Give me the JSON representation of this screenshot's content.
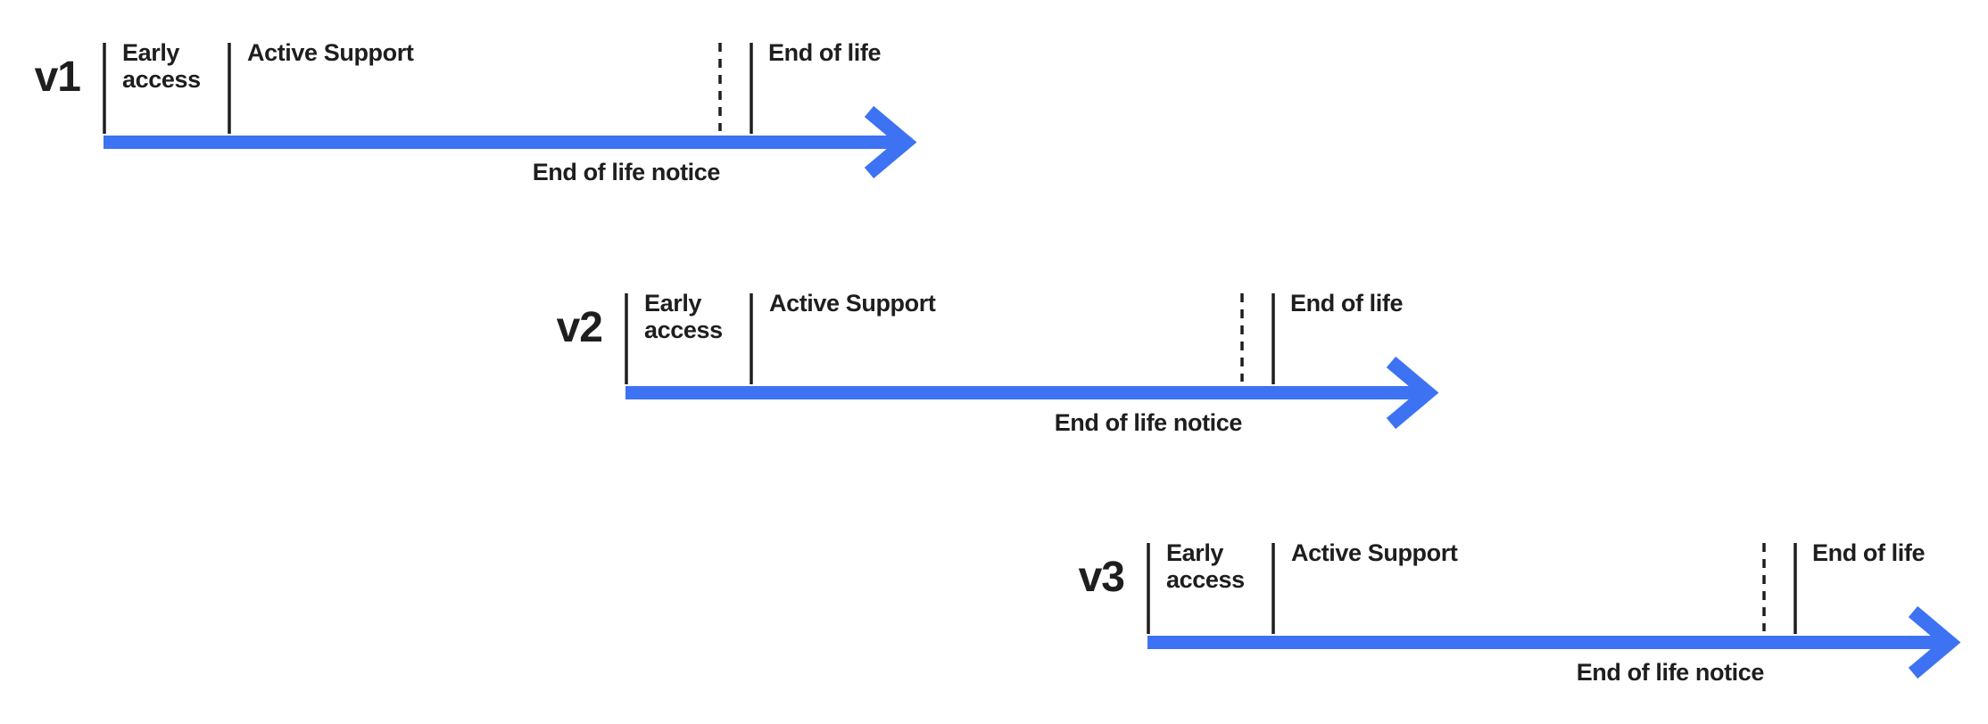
{
  "diagram": {
    "background": "#FFFFFF",
    "accent_blue": "#3D72F2",
    "ink": "#1E1E1E",
    "rows": [
      {
        "version": "v1",
        "early_access": "Early access",
        "active_support": "Active Support",
        "end_of_life": "End of life",
        "end_of_life_notice": "End of life notice"
      },
      {
        "version": "v2",
        "early_access": "Early access",
        "active_support": "Active Support",
        "end_of_life": "End of life",
        "end_of_life_notice": "End of life notice"
      },
      {
        "version": "v3",
        "early_access": "Early access",
        "active_support": "Active Support",
        "end_of_life": "End of life",
        "end_of_life_notice": "End of life notice"
      }
    ]
  }
}
